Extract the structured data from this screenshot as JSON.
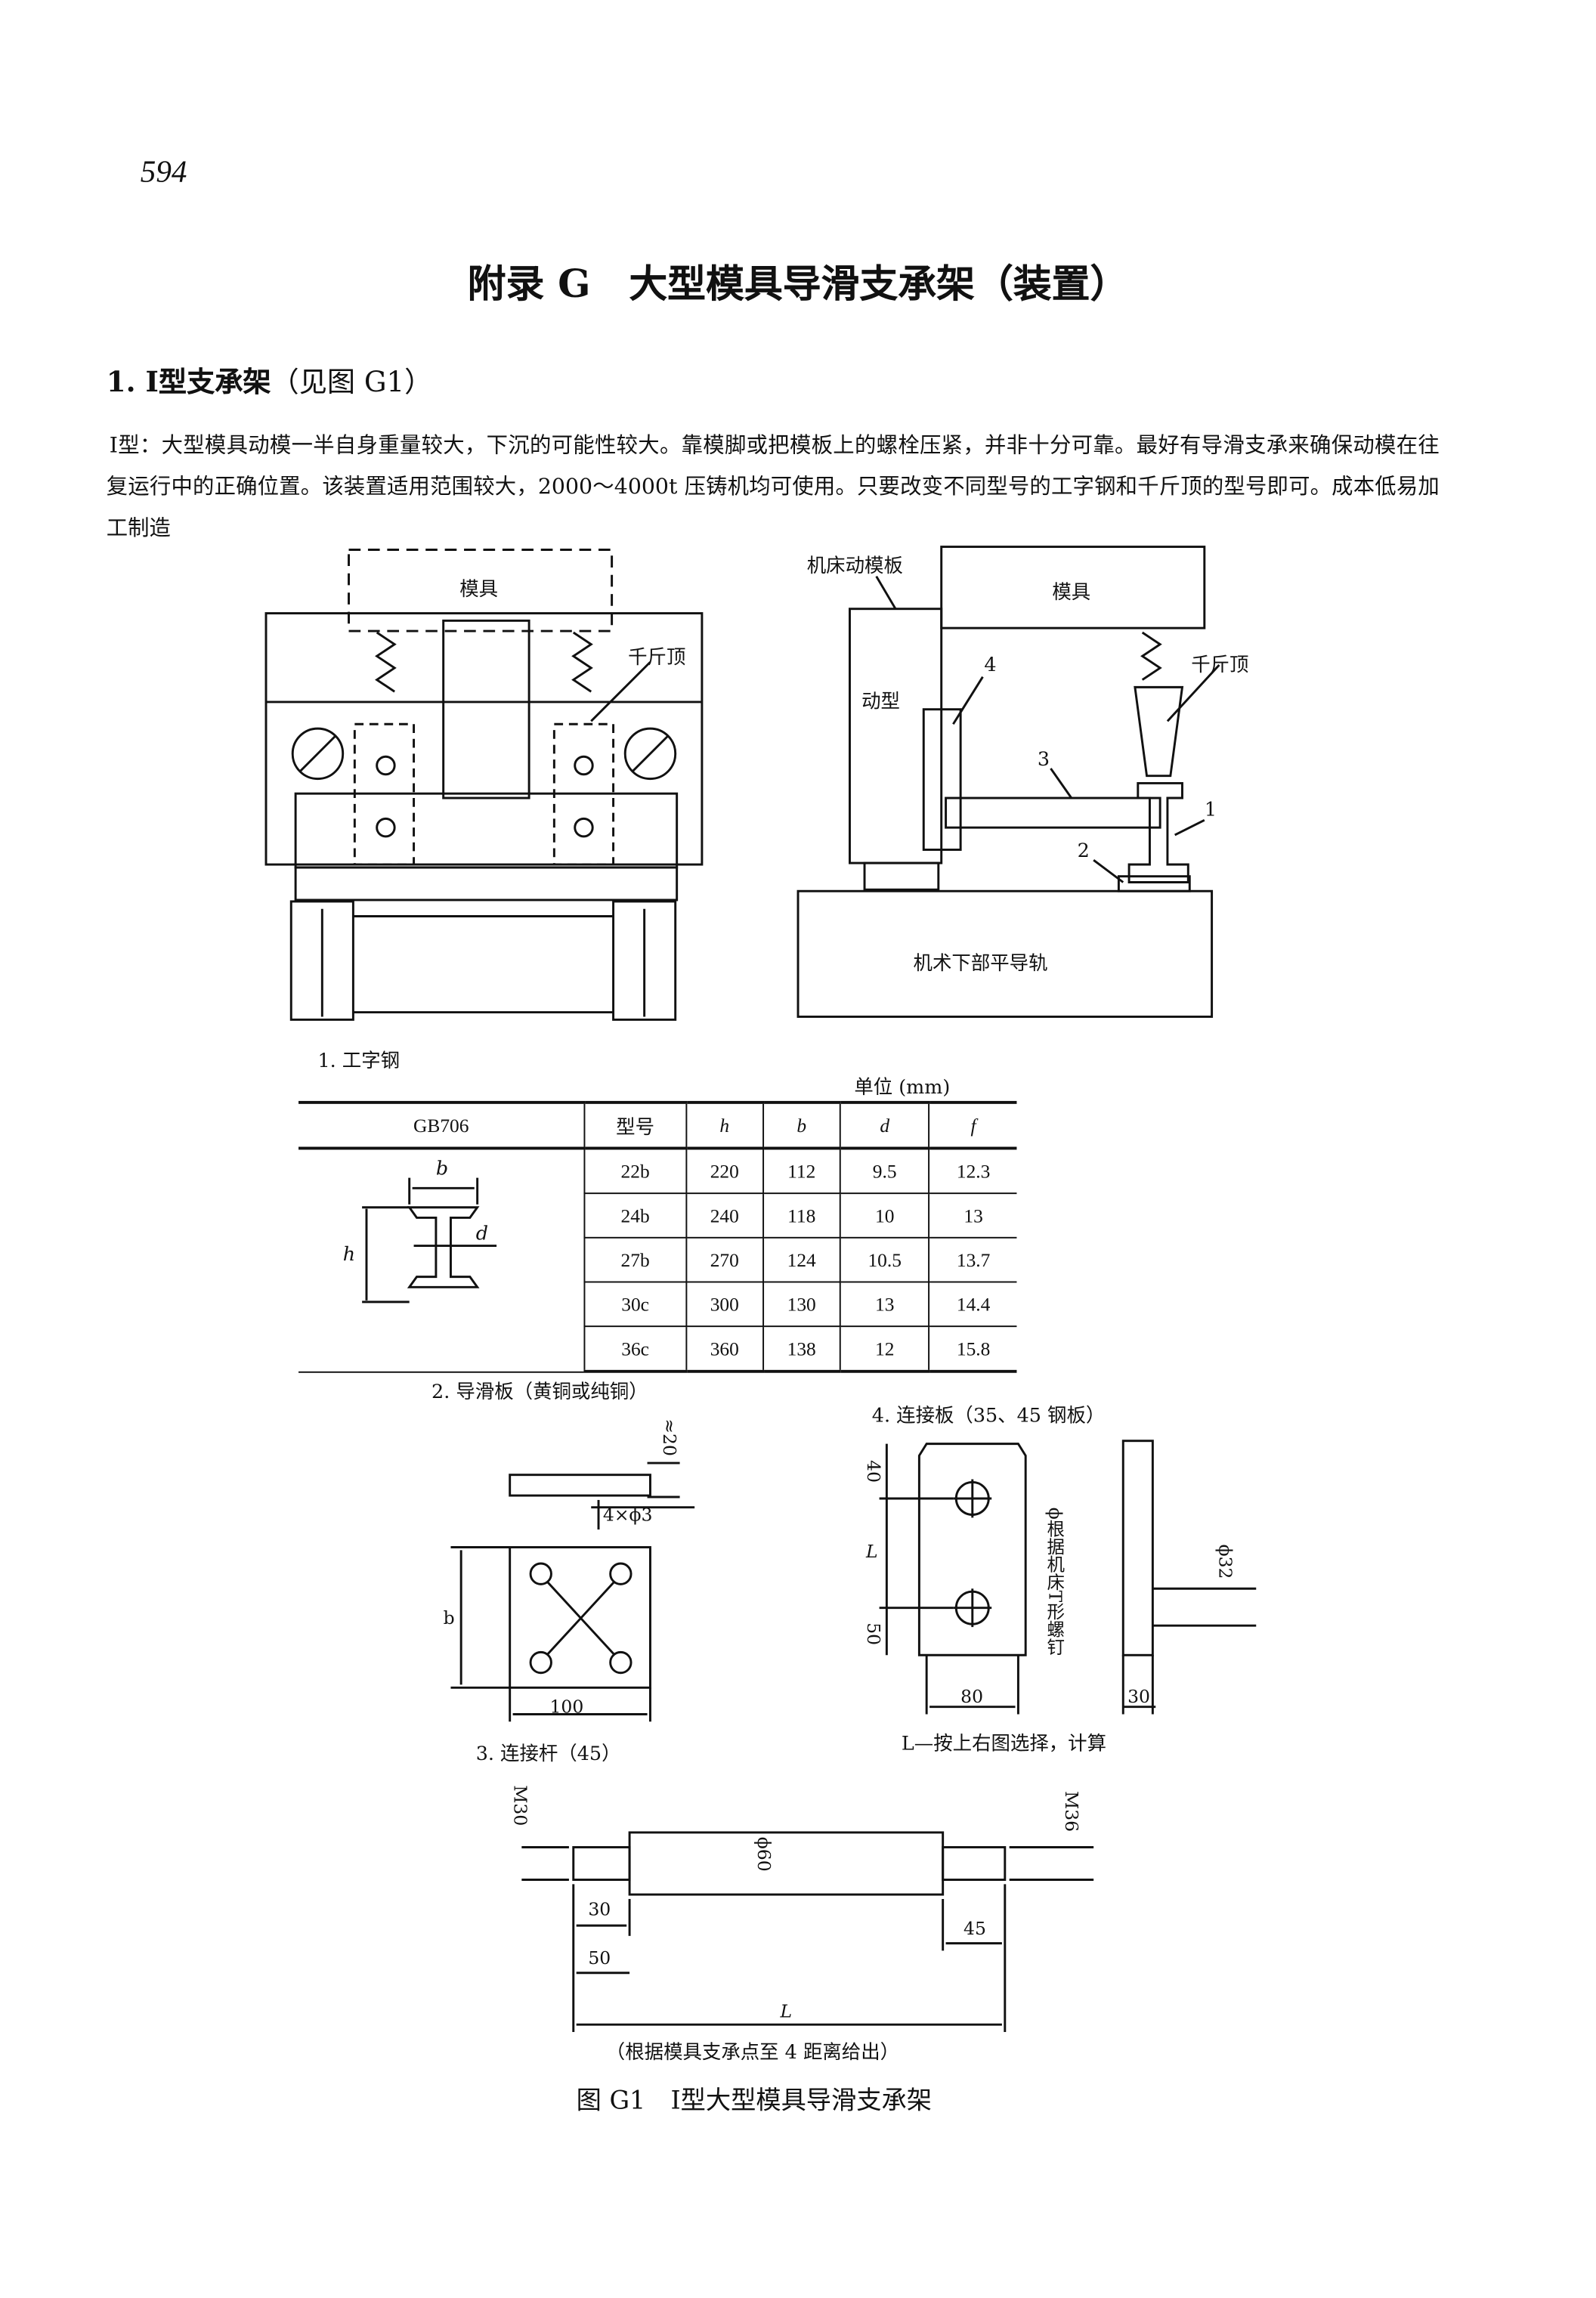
{
  "page_number": "594",
  "title": "附录 G　大型模具导滑支承架（装置）",
  "section": {
    "number": "1. Ⅰ型支承架",
    "ref": "（见图 G1）"
  },
  "paragraph": "Ⅰ型：大型模具动模一半自身重量较大，下沉的可能性较大。靠模脚或把模板上的螺栓压紧，并非十分可靠。最好有导滑支承来确保动模在往复运行中的正确位置。该装置适用范围较大，2000～4000t 压铸机均可使用。只要改变不同型号的工字钢和千斤顶的型号即可。成本低易加工制造",
  "fig_left": {
    "mold": "模具",
    "jack": "千斤顶",
    "caption": "1. 工字钢"
  },
  "fig_right": {
    "platen": "机床动模板",
    "mold": "模具",
    "jack": "千斤顶",
    "moving": "动型",
    "n4": "4",
    "n3": "3",
    "n1": "1",
    "n2": "2",
    "rail": "机术下部平导轨"
  },
  "table": {
    "unit": "单位 (mm)",
    "headers": [
      "GB706",
      "型号",
      "h",
      "b",
      "d",
      "f"
    ],
    "diagram_labels": {
      "b": "b",
      "h": "h",
      "d": "d"
    },
    "rows": [
      [
        "22b",
        "220",
        "112",
        "9.5",
        "12.3"
      ],
      [
        "24b",
        "240",
        "118",
        "10",
        "13"
      ],
      [
        "27b",
        "270",
        "124",
        "10.5",
        "13.7"
      ],
      [
        "30c",
        "300",
        "130",
        "13",
        "14.4"
      ],
      [
        "36c",
        "360",
        "138",
        "12",
        "15.8"
      ]
    ]
  },
  "guide_plate": {
    "caption": "2. 导滑板（黄铜或纯铜）",
    "thk": "≈20",
    "holes": "4×ϕ3",
    "b": "b",
    "w": "100"
  },
  "link_plate": {
    "caption": "4. 连接板（35、45 钢板）",
    "d40": "40",
    "L": "L",
    "d50": "50",
    "d80": "80",
    "d30": "30",
    "d32": "ϕ32",
    "bolt": "ϕ根据机床T形螺钉",
    "note": "L—按上右图选择，计算"
  },
  "rod": {
    "caption": "3. 连接杆（45）",
    "m30": "M30",
    "m36": "M36",
    "d60": "ϕ60",
    "d30": "30",
    "d45": "45",
    "d50": "50",
    "L": "L",
    "note": "（根据模具支承点至 4 距离给出）"
  },
  "figure_caption": "图 G1　Ⅰ型大型模具导滑支承架"
}
